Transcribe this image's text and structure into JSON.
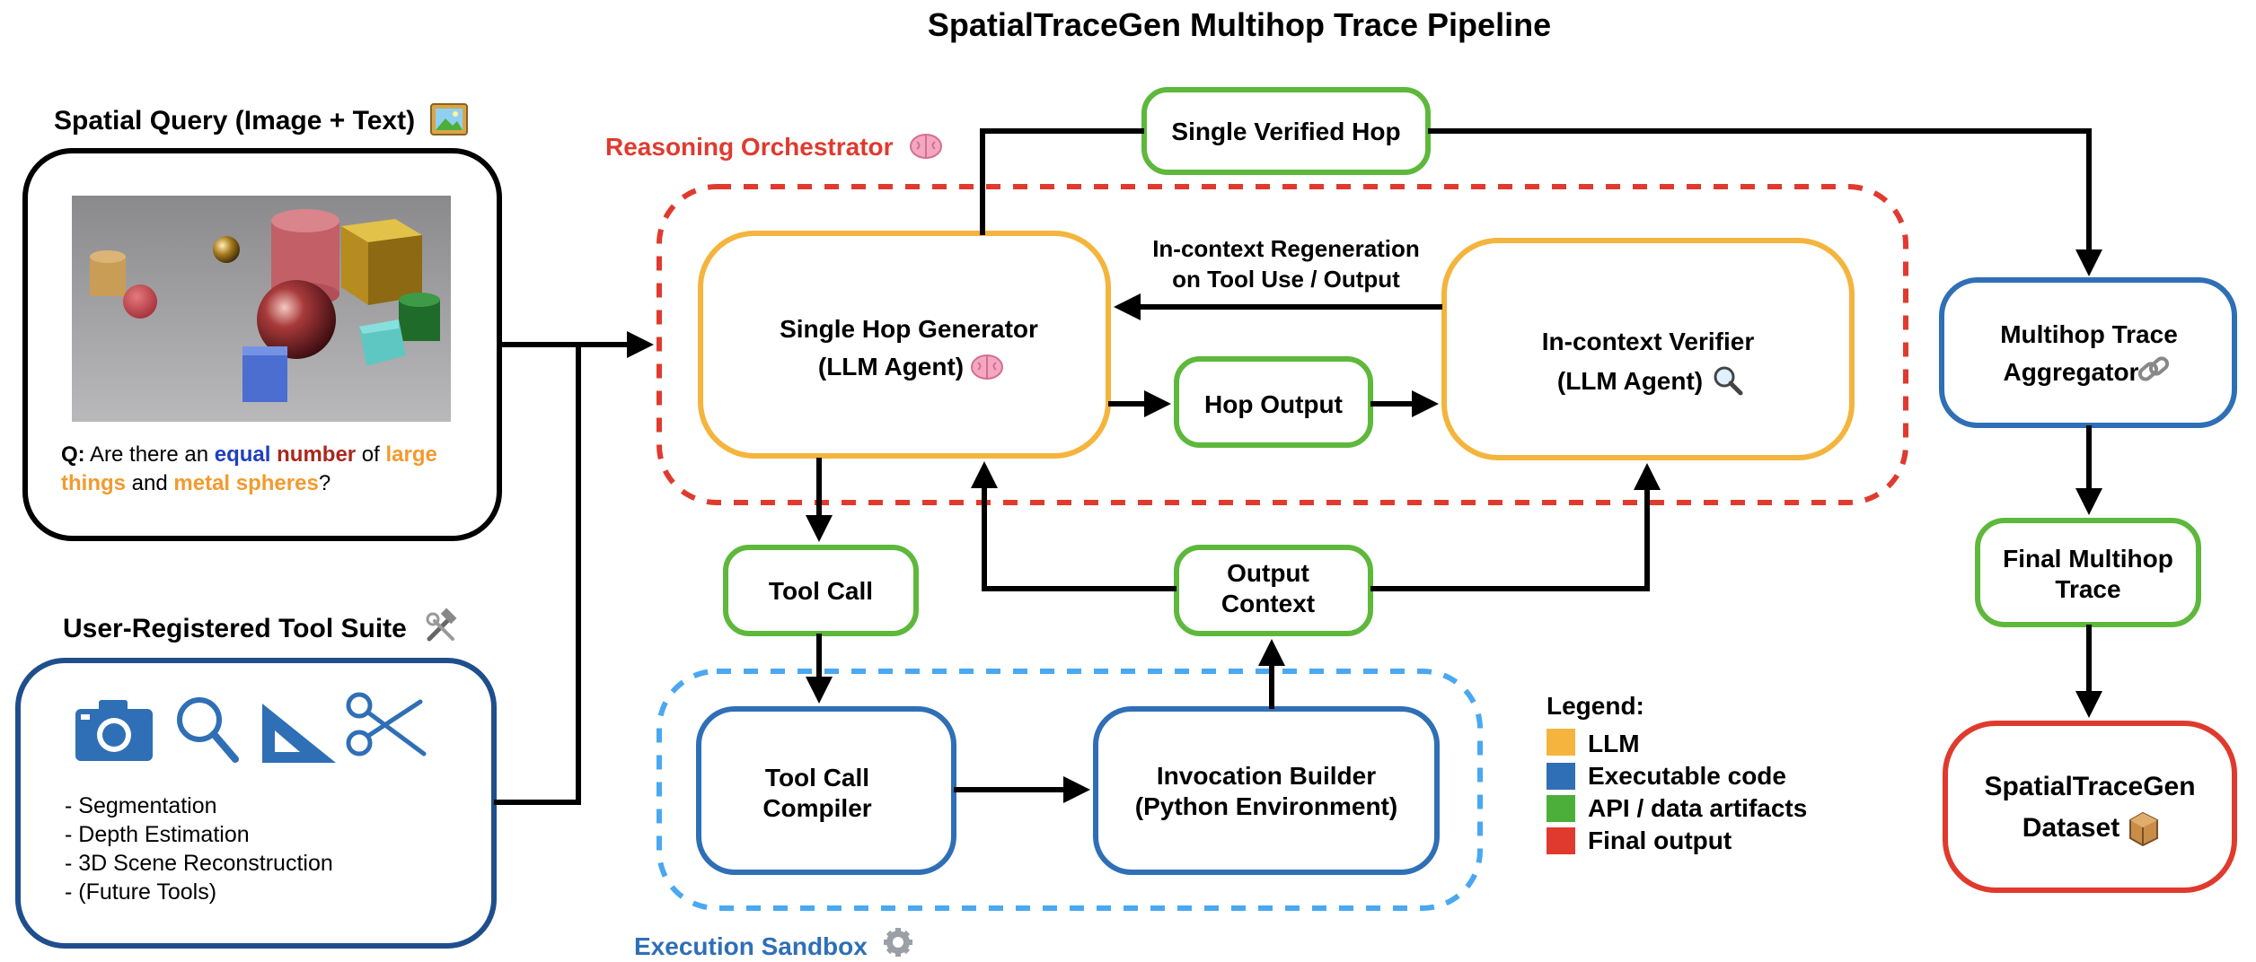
{
  "title": "SpatialTraceGen Multihop Trace Pipeline",
  "spatial_query": {
    "heading": "Spatial Query (Image + Text)",
    "heading_icon": "framed-picture-icon",
    "question": {
      "prefix": "Q:",
      "t1": " Are there an ",
      "equal": "equal",
      "t2": " ",
      "number": "number",
      "t3": " of ",
      "large": "large",
      "things": "things",
      "t4": " and ",
      "metal_spheres": "metal spheres",
      "t5": "?"
    }
  },
  "tool_suite": {
    "heading": "User-Registered Tool Suite",
    "heading_icon": "hammer-wrench-icon",
    "tool_icons": [
      "camera-icon",
      "magnifier-icon",
      "triangle-ruler-icon",
      "scissors-icon"
    ],
    "items": [
      "- Segmentation",
      "- Depth Estimation",
      "- 3D Scene Reconstruction",
      "- (Future Tools)"
    ]
  },
  "orchestrator": {
    "label": "Reasoning Orchestrator",
    "icon": "brain-icon"
  },
  "sandbox": {
    "label": "Execution Sandbox",
    "icon": "gear-icon"
  },
  "nodes": {
    "single_verified_hop": "Single Verified Hop",
    "generator": {
      "line1": "Single Hop Generator",
      "line2": "(LLM Agent)",
      "icon": "brain-icon"
    },
    "regen": {
      "line1": "In-context Regeneration",
      "line2": "on Tool Use / Output"
    },
    "verifier": {
      "line1": "In-context Verifier",
      "line2": "(LLM Agent)",
      "icon": "magnifier-icon"
    },
    "hop_output": "Hop Output",
    "tool_call": "Tool Call",
    "output_context": {
      "line1": "Output",
      "line2": "Context"
    },
    "compiler": {
      "line1": "Tool Call",
      "line2": "Compiler"
    },
    "invocation": {
      "line1": "Invocation Builder",
      "line2": "(Python Environment)"
    },
    "aggregator": {
      "line1": "Multihop Trace",
      "line2": "Aggregator",
      "icon": "link-icon"
    },
    "final_trace": {
      "line1": "Final Multihop",
      "line2": "Trace"
    },
    "dataset": {
      "line1": "SpatialTraceGen",
      "line2": "Dataset",
      "icon": "package-icon"
    }
  },
  "legend": {
    "title": "Legend:",
    "items": [
      {
        "label": "LLM",
        "color": "#F4B43D"
      },
      {
        "label": "Executable code",
        "color": "#2F6FB6"
      },
      {
        "label": "API / data artifacts",
        "color": "#4CAF3A"
      },
      {
        "label": "Final output",
        "color": "#E03A2E"
      }
    ]
  },
  "colors": {
    "llm": "#F4B43D",
    "code": "#2F6FB6",
    "api": "#5DB83B",
    "final": "#E03A2E",
    "orchestrator_dash": "#E03A2E",
    "sandbox_dash": "#4AA8F0",
    "tool_suite_border": "#1F4E8C",
    "query_text_blue": "#1F3FBF",
    "query_text_red": "#A8281E",
    "query_text_orange": "#F39A2E"
  }
}
